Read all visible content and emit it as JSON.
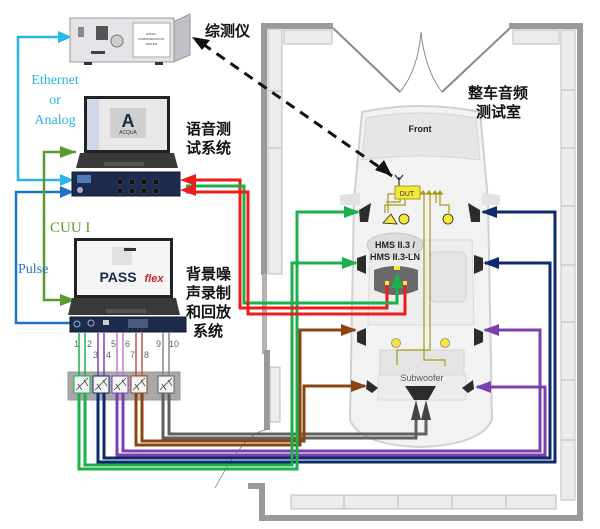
{
  "labels": {
    "tester": "综测仪",
    "room_line1": "整车音频",
    "room_line2": "测试室",
    "speech_line1": "语音测",
    "speech_line2": "试系统",
    "noise_line1": "背景噪",
    "noise_line2": "声录制",
    "noise_line3": "和回放",
    "noise_line4": "系统",
    "ethernet": "Ethernet",
    "or": "or",
    "analog": "Analog",
    "cuu": "CUU I",
    "pulse": "Pulse",
    "front": "Front",
    "dut": "DUT",
    "hms_line1": "HMS II.3 /",
    "hms_line2": "HMS II.3-LN",
    "subwoofer": "Subwoofer",
    "acqua": "ACQUA",
    "acqua_logo": "A",
    "passflex_pass": "PASS",
    "passflex_flex": "flex",
    "tester_screen_1": "RADIO",
    "tester_screen_2": "COMMUNICATION",
    "tester_screen_3": "TESTER"
  },
  "channels": [
    "1",
    "2",
    "3",
    "4",
    "5",
    "6",
    "7",
    "8",
    "9",
    "10"
  ],
  "colors": {
    "ethernet": "#29b6e8",
    "pulse": "#1e74c2",
    "cuu": "#5a9a2e",
    "red": "#ee1c1c",
    "green": "#1cb04a",
    "navy": "#0d2a6e",
    "purple": "#7b3fb0",
    "brown": "#8b4513",
    "gray": "#606060",
    "olive": "#a59a1a",
    "dut_yellow": "#f5e63a"
  }
}
